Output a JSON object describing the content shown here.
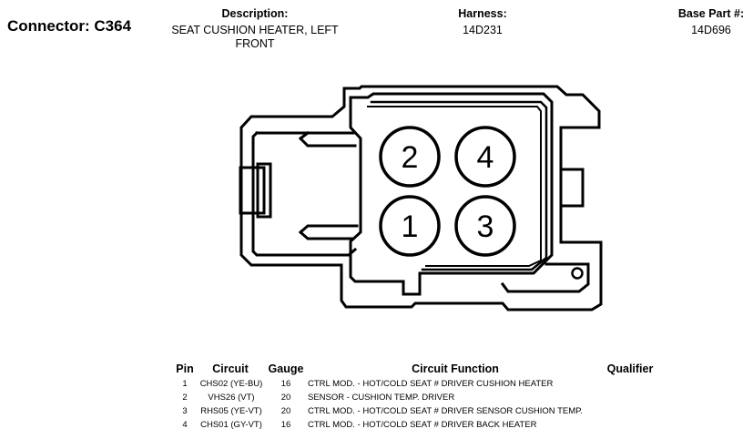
{
  "header": {
    "connector": "Connector: C364",
    "description_label": "Description:",
    "description_value": "SEAT CUSHION HEATER, LEFT FRONT",
    "harness_label": "Harness:",
    "harness_value": "14D231",
    "base_part_label": "Base Part #:",
    "base_part_value": "14D696"
  },
  "pins_diagram": [
    "2",
    "4",
    "1",
    "3"
  ],
  "table": {
    "columns": [
      "Pin",
      "Circuit",
      "Gauge",
      "Circuit Function",
      "Qualifier"
    ],
    "rows": [
      {
        "pin": "1",
        "circuit": "CHS02 (YE-BU)",
        "gauge": "16",
        "function": "CTRL MOD. - HOT/COLD SEAT # DRIVER CUSHION HEATER",
        "qualifier": ""
      },
      {
        "pin": "2",
        "circuit": "VHS26 (VT)",
        "gauge": "20",
        "function": "SENSOR - CUSHION TEMP. DRIVER",
        "qualifier": ""
      },
      {
        "pin": "3",
        "circuit": "RHS05 (YE-VT)",
        "gauge": "20",
        "function": "CTRL MOD. - HOT/COLD SEAT # DRIVER SENSOR CUSHION TEMP.",
        "qualifier": ""
      },
      {
        "pin": "4",
        "circuit": "CHS01 (GY-VT)",
        "gauge": "16",
        "function": "CTRL MOD. - HOT/COLD SEAT # DRIVER BACK HEATER",
        "qualifier": ""
      }
    ]
  }
}
